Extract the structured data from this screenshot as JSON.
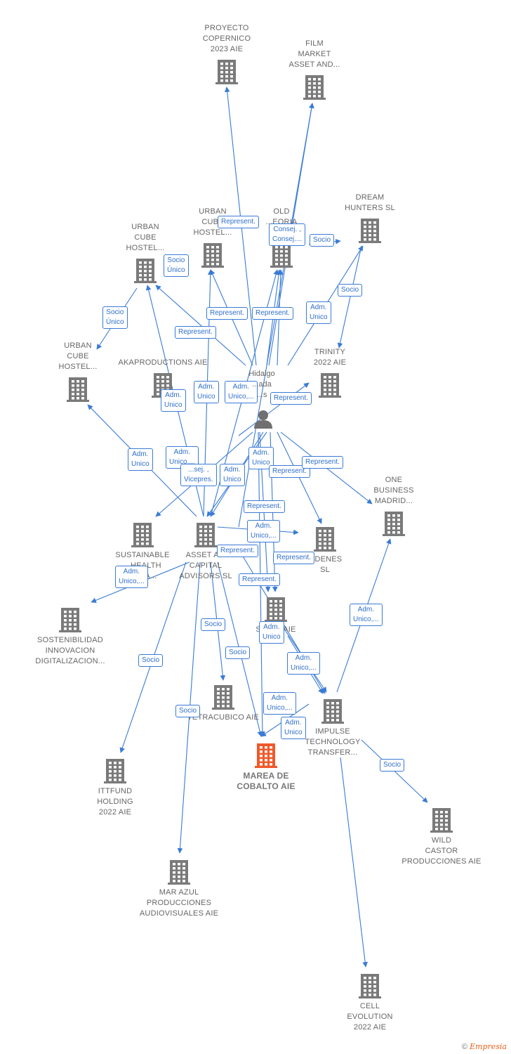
{
  "colors": {
    "edge": "#3a7bd5",
    "building": "#7a7a7a",
    "focus": "#f0592a",
    "person": "#707070"
  },
  "person": {
    "label": "Hidalgo\n...ada\n...s"
  },
  "nodes": [
    {
      "id": "proyecto",
      "label": "PROYECTO\nCOPERNICO\n2023 AIE",
      "icon": "building-icon"
    },
    {
      "id": "film",
      "label": "FILM\nMARKET\nASSET AND...",
      "icon": "building-icon"
    },
    {
      "id": "dream",
      "label": "DREAM\nHUNTERS  SL",
      "icon": "building-icon"
    },
    {
      "id": "urban2",
      "label": "URBAN\nCUBE\nHOSTEL...",
      "icon": "building-icon"
    },
    {
      "id": "old",
      "label": "OLD\n...EORIA\n2...",
      "icon": "building-icon"
    },
    {
      "id": "urban1",
      "label": "URBAN\nCUBE\nHOSTEL...",
      "icon": "building-icon"
    },
    {
      "id": "urban3",
      "label": "URBAN\nCUBE\nHOSTEL...",
      "icon": "building-icon"
    },
    {
      "id": "akaprod",
      "label": "AKAPRODUCTIONS AIE",
      "icon": "building-icon"
    },
    {
      "id": "trinity",
      "label": "TRINITY\n2022 AIE",
      "icon": "building-icon"
    },
    {
      "id": "onebiz",
      "label": "ONE\nBUSINESS\nMADRID...",
      "icon": "building-icon"
    },
    {
      "id": "sustain",
      "label": "SUSTAINABLE\n...HEALTH\nC...TA...",
      "icon": "building-icon"
    },
    {
      "id": "asset",
      "label": "ASSET A...\nCAPITAL\nADVISORS  SL",
      "icon": "building-icon"
    },
    {
      "id": "ordenes",
      "label": "...DENES\nSL",
      "icon": "building-icon"
    },
    {
      "id": "sostenib",
      "label": "SOSTENIBILIDAD\nINNOVACION\nDIGITALIZACION...",
      "icon": "building-icon"
    },
    {
      "id": "side",
      "label": "SIDE... AIE",
      "icon": "building-icon"
    },
    {
      "id": "tetra",
      "label": "TETRACUBICO AIE",
      "icon": "building-icon"
    },
    {
      "id": "impulse",
      "label": "IMPULSE\nTECHNOLOGY\nTRANSFER...",
      "icon": "building-icon"
    },
    {
      "id": "marea",
      "label": "MAREA DE\nCOBALTO AIE",
      "icon": "building-icon",
      "focus": true
    },
    {
      "id": "ittfund",
      "label": "ITTFUND\nHOLDING\n2022 AIE",
      "icon": "building-icon"
    },
    {
      "id": "wild",
      "label": "WILD\nCASTOR\nPRODUCCIONES AIE",
      "icon": "building-icon"
    },
    {
      "id": "marazul",
      "label": "MAR AZUL\nPRODUCCIONES\nAUDIOVISUALES AIE",
      "icon": "building-icon"
    },
    {
      "id": "cell",
      "label": "CELL\nEVOLUTION\n2022 AIE",
      "icon": "building-icon"
    }
  ],
  "edge_labels": [
    "Represent.",
    "Consej. ,\nConsej....",
    "Socio",
    "Socio\nÚnico",
    "Socio\nÚnico",
    "Represent.",
    "Represent.",
    "Adm.\nUnico",
    "Socio",
    "Represent.",
    "Adm.\nUnico",
    "Adm.\nUnico",
    "Adm.\nUnico,...",
    "Represent.",
    "Adm.\nUnico",
    "Adm.\nUnico,...",
    "...sej. ,\nVicepres.",
    "Adm.\nUnico",
    "Adm.\nUnico",
    "Represent.",
    "Represent.",
    "Represent.",
    "Adm.\nUnico,...",
    "Represent.",
    "Represent.",
    "Adm.\nUnico,...",
    "Socio",
    "Represent.",
    "Adm.\nUnico",
    "Adm.\nUnico,...",
    "Socio",
    "Adm.\nUnico,...",
    "Socio",
    "Adm.\nUnico,...",
    "Adm.\nUnico",
    "Socio",
    "Socio"
  ],
  "footer": {
    "copyright": "©",
    "brand": "Empresia"
  }
}
